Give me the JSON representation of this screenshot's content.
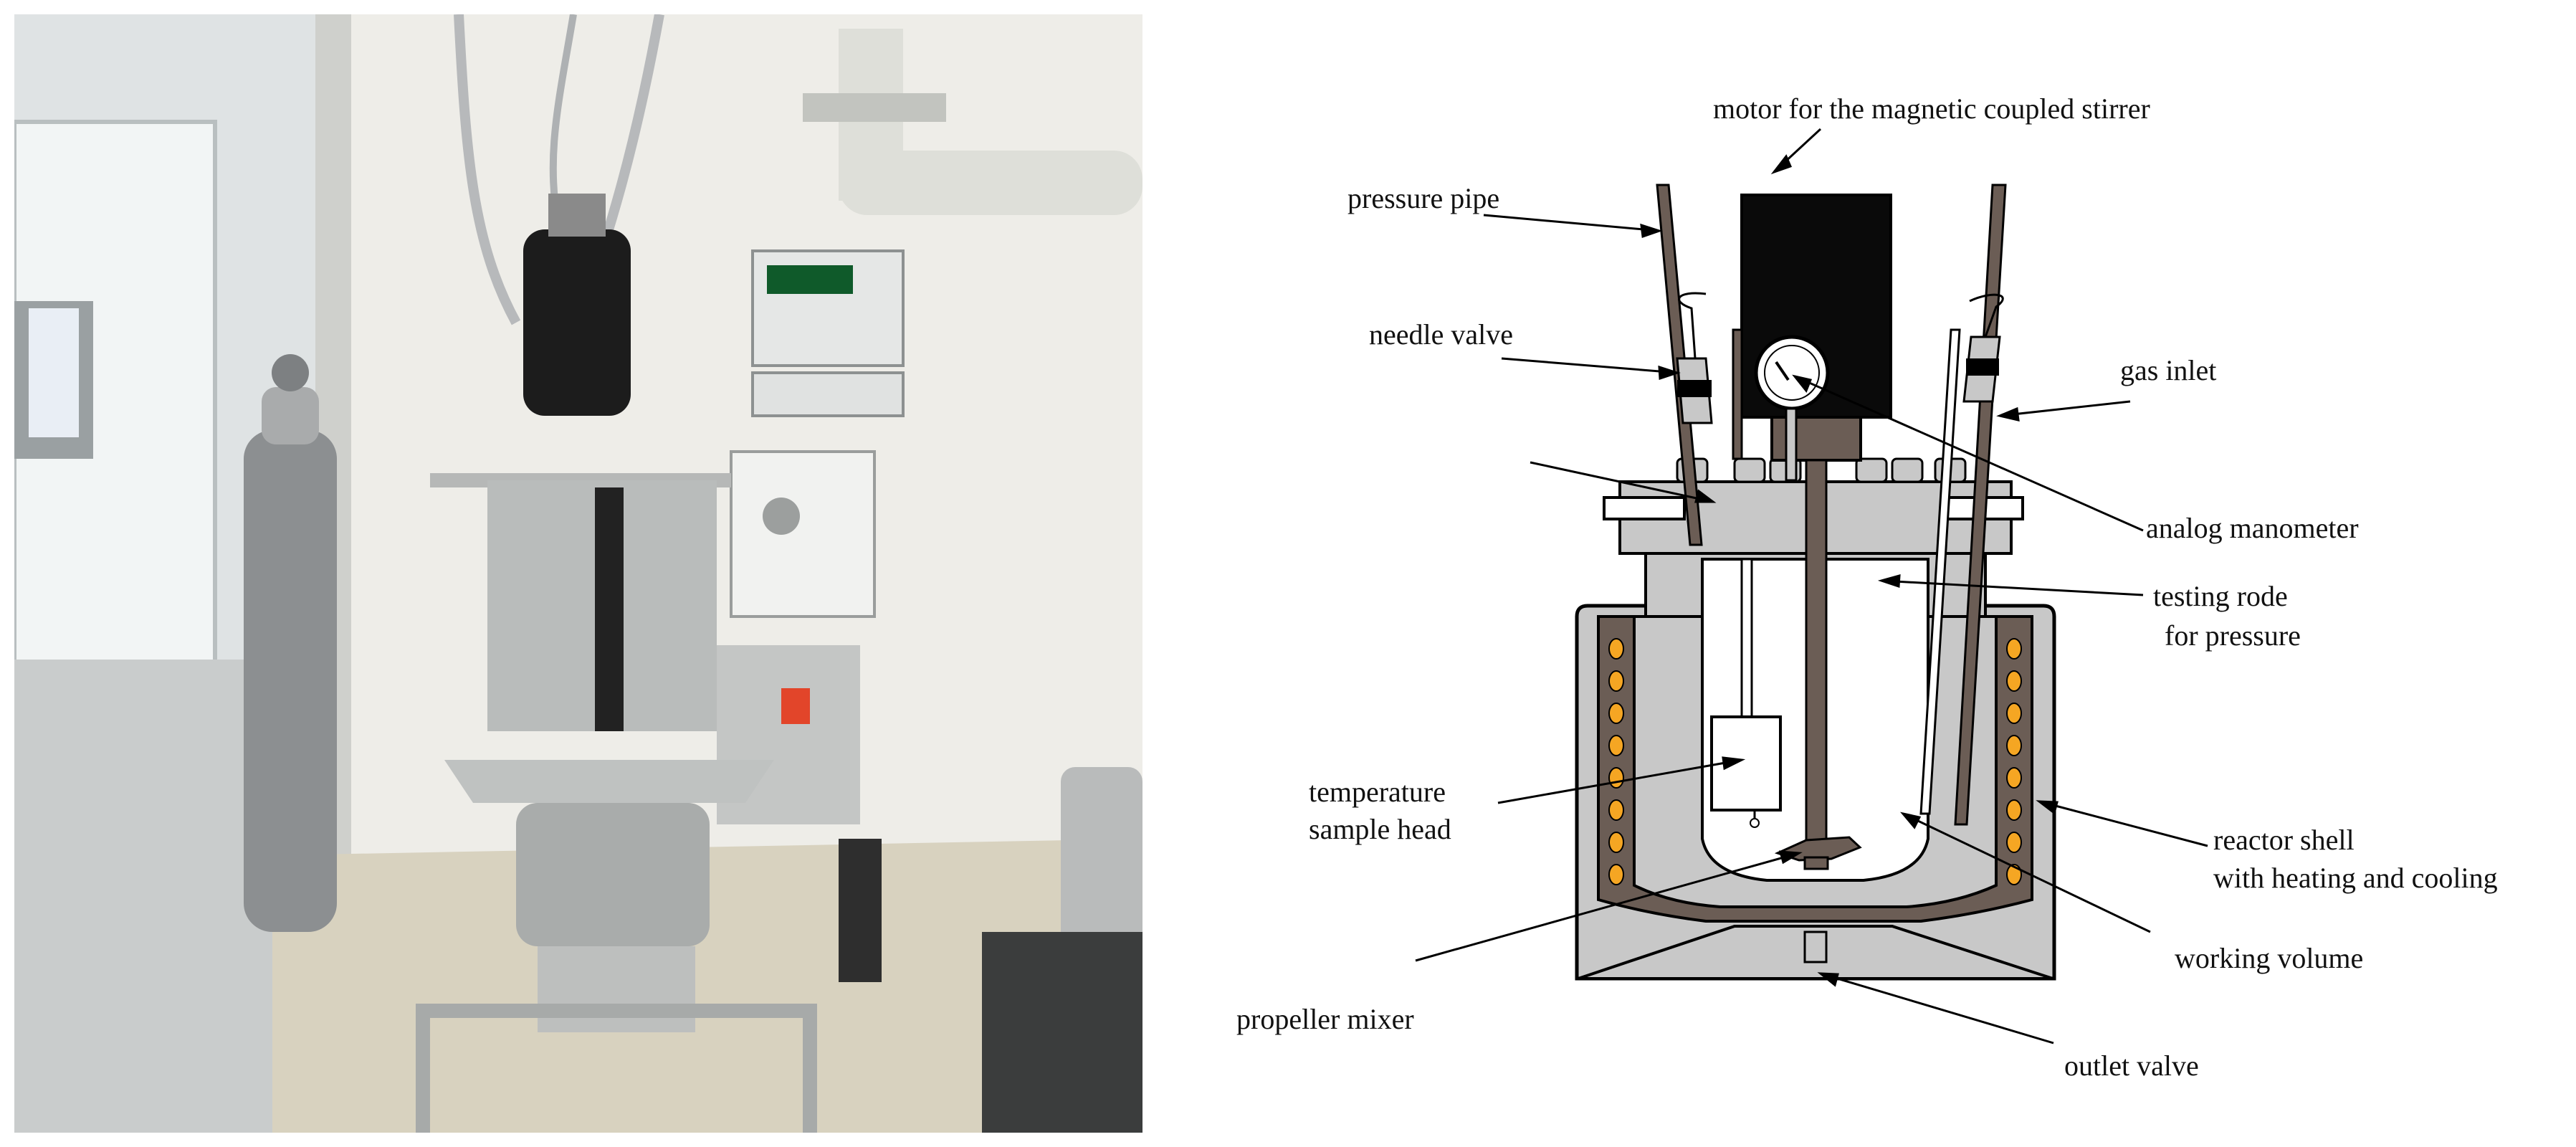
{
  "labels": {
    "motor": "motor for the magnetic coupled stirrer",
    "pressure_pipe": "pressure pipe",
    "needle_valve": "needle valve",
    "gas_inlet": "gas inlet",
    "analog_manometer": "analog manometer",
    "testing_rode_1": "testing rode",
    "testing_rode_2": "for pressure",
    "temp_head_1": "temperature",
    "temp_head_2": "sample head",
    "reactor_shell_1": "reactor shell",
    "reactor_shell_2": "with heating and cooling",
    "working_volume": "working volume",
    "propeller_mixer": "propeller mixer",
    "outlet_valve": "outlet valve"
  },
  "colors": {
    "shell_gray": "#c8c8c8",
    "inner_brown": "#6b5d55",
    "heater_orange": "#f5a623",
    "motor_black": "#0a0a0a"
  }
}
